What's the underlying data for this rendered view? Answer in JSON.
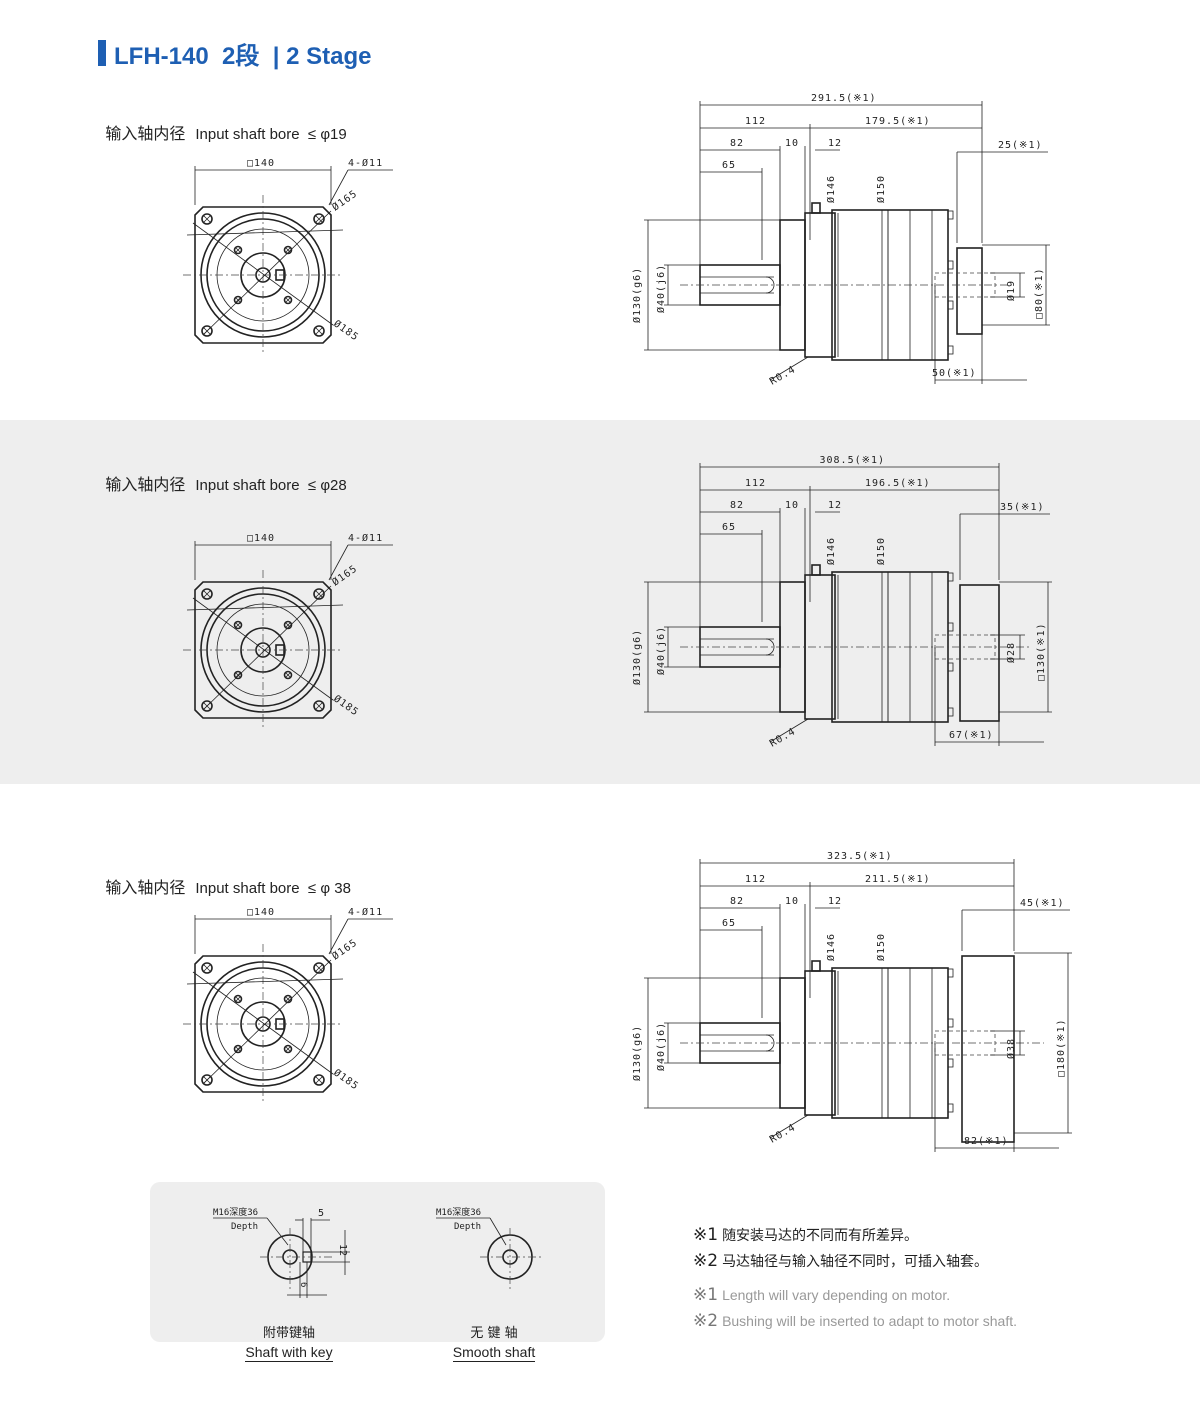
{
  "header": {
    "title": "LFH-140  2段  | 2 Stage"
  },
  "sections": [
    {
      "bore_cn": "输入轴内径",
      "bore_en": "Input shaft bore  ≤ φ19",
      "front": {
        "square": "□140",
        "holes": "4-Ø11",
        "pcd": "Ø165",
        "outer": "Ø185"
      },
      "side": {
        "total": "291.5(※1)",
        "d112": "112",
        "right": "179.5(※1)",
        "d82": "82",
        "d10": "10",
        "d12": "12",
        "d65": "65",
        "flange": "25(※1)",
        "d146": "Ø146",
        "d150": "Ø150",
        "d130": "Ø130(g6)",
        "d40": "Ø40(j6)",
        "bore": "Ø19",
        "motor": "□80(※1)",
        "radius": "R0.4",
        "bottom": "50(※1)"
      }
    },
    {
      "bore_cn": "输入轴内径",
      "bore_en": "Input shaft bore  ≤ φ28",
      "front": {
        "square": "□140",
        "holes": "4-Ø11",
        "pcd": "Ø165",
        "outer": "Ø185"
      },
      "side": {
        "total": "308.5(※1)",
        "d112": "112",
        "right": "196.5(※1)",
        "d82": "82",
        "d10": "10",
        "d12": "12",
        "d65": "65",
        "flange": "35(※1)",
        "d146": "Ø146",
        "d150": "Ø150",
        "d130": "Ø130(g6)",
        "d40": "Ø40(j6)",
        "bore": "Ø28",
        "motor": "□130(※1)",
        "radius": "R0.4",
        "bottom": "67(※1)"
      }
    },
    {
      "bore_cn": "输入轴内径",
      "bore_en": "Input shaft bore  ≤ φ 38",
      "front": {
        "square": "□140",
        "holes": "4-Ø11",
        "pcd": "Ø165",
        "outer": "Ø185"
      },
      "side": {
        "total": "323.5(※1)",
        "d112": "112",
        "right": "211.5(※1)",
        "d82": "82",
        "d10": "10",
        "d12": "12",
        "d65": "65",
        "flange": "45(※1)",
        "d146": "Ø146",
        "d150": "Ø150",
        "d130": "Ø130(g6)",
        "d40": "Ø40(j6)",
        "bore": "Ø38",
        "motor": "□180(※1)",
        "radius": "R0.4",
        "bottom": "82(※1)"
      }
    }
  ],
  "shafts": {
    "keyed": {
      "thread": "M16深度36",
      "depth": "Depth",
      "w": "5",
      "h": "12",
      "k": "6",
      "cn": "附带键轴",
      "en": "Shaft with key"
    },
    "smooth": {
      "thread": "M16深度36",
      "depth": "Depth",
      "cn": "无 键 轴",
      "en": "Smooth shaft"
    }
  },
  "notes": {
    "cn1_mark": "※1",
    "cn1": "随安装马达的不同而有所差异。",
    "cn2_mark": "※2",
    "cn2": "马达轴径与输入轴径不同时，可插入轴套。",
    "en1_mark": "※1",
    "en1": "Length will vary depending on motor.",
    "en2_mark": "※2",
    "en2": "Bushing will be inserted to adapt to motor shaft."
  },
  "colors": {
    "accent": "#1e5fb3",
    "band": "#eeeeee"
  }
}
